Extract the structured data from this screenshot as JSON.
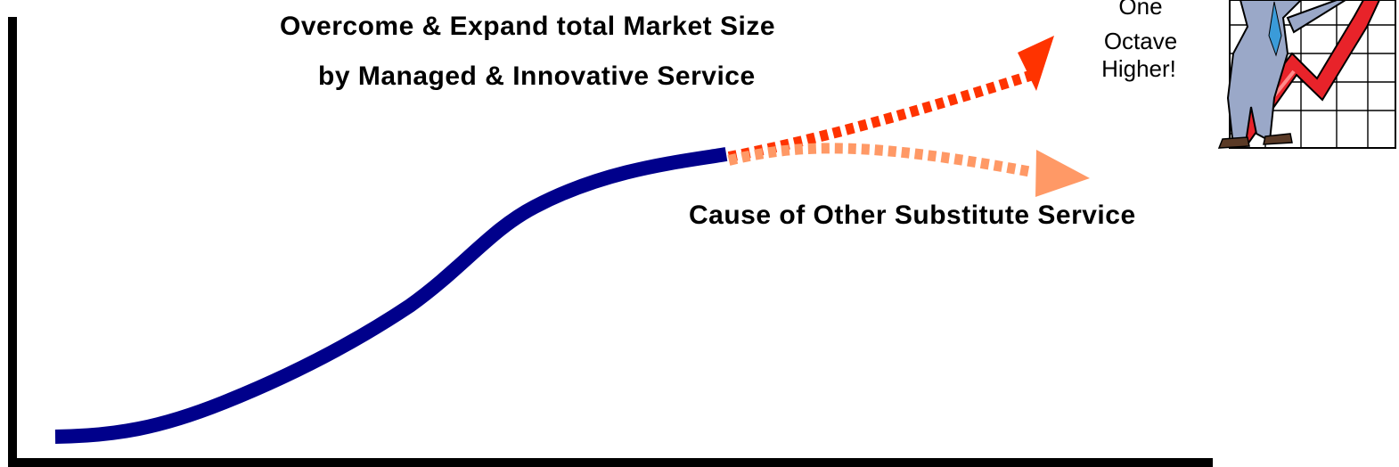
{
  "labels": {
    "expand_line_1": "Overcome & Expand total Market Size",
    "expand_line_2": "by Managed & Innovative Service",
    "substitute": "Cause of Other Substitute Service"
  },
  "callout": {
    "line_1": "One",
    "line_2": "Octave",
    "line_3": "Higher!"
  },
  "colors": {
    "curve": "#00008b",
    "expand_arrow": "#ff3300",
    "substitute_arrow": "#ff9966",
    "axes": "#000000"
  },
  "icons": {
    "clipart": "businessman-pointing-at-rising-chart-icon"
  }
}
